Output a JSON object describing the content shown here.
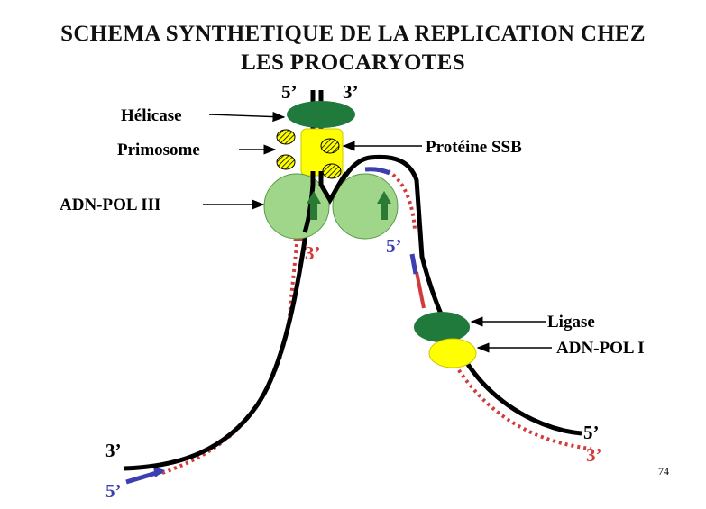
{
  "title": {
    "line1": "SCHEMA SYNTHETIQUE DE LA REPLICATION CHEZ",
    "line2": "LES PROCARYOTES"
  },
  "labels": {
    "helicase": "Hélicase",
    "primosome": "Primosome",
    "ssb": "Protéine SSB",
    "pol3": "ADN-POL III",
    "ligase": "Ligase",
    "pol1": "ADN-POL I"
  },
  "ends": {
    "top_left": "5’",
    "top_right": "3’",
    "leading_3": "3’",
    "lagging_5": "5’",
    "left_parent_3": "3’",
    "left_new_5": "5’",
    "right_parent_5": "5’",
    "right_new_3": "3’"
  },
  "page_number": "74",
  "colors": {
    "parent_strand": "#000000",
    "new_strand": "#d23b3b",
    "primer": "#3b3fb0",
    "helicase": "#1f7a3c",
    "pol3": "#9fd68a",
    "arrow": "#2a7a36",
    "ssb": "#ffff00",
    "pol1": "#ffff00",
    "ligase": "#1f7a3c"
  }
}
